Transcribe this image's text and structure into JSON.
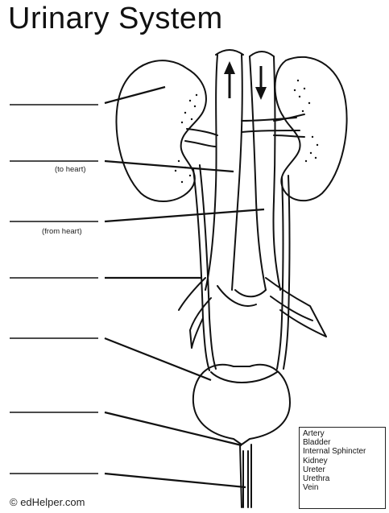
{
  "title": "Urinary System",
  "hints": {
    "to_heart": "(to heart)",
    "from_heart": "(from heart)"
  },
  "word_bank": [
    "Artery",
    "Bladder",
    "Internal Sphincter",
    "Kidney",
    "Ureter",
    "Urethra",
    "Vein"
  ],
  "copyright": "© edHelper.com",
  "icons": {
    "up_arrow": "arrow-up-icon",
    "down_arrow": "arrow-down-icon"
  }
}
